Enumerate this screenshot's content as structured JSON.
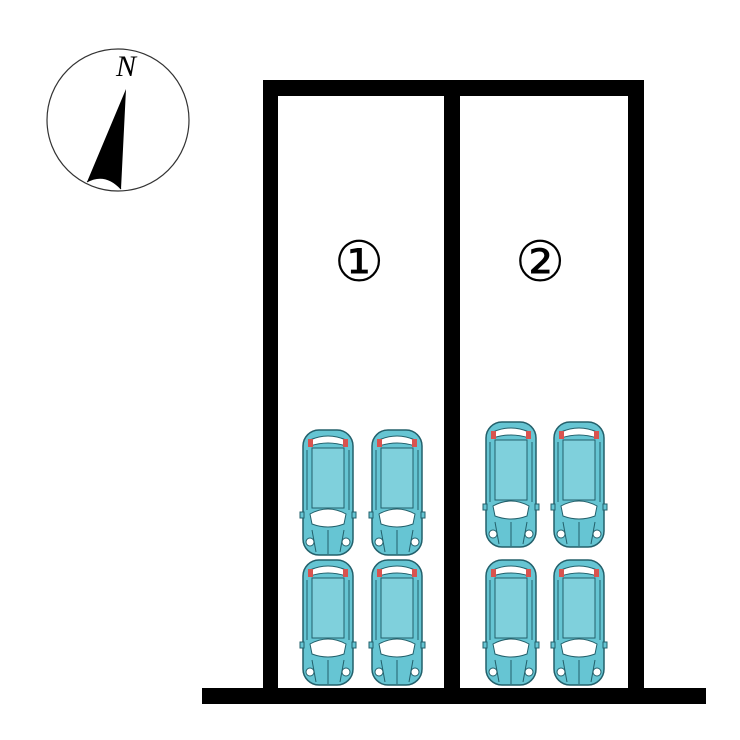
{
  "compass": {
    "label": "N",
    "icon": "north-arrow-icon"
  },
  "lots": [
    {
      "label": "①",
      "cars": 4
    },
    {
      "label": "②",
      "cars": 4
    }
  ],
  "colors": {
    "car_body": "#66c5d3",
    "tail_light": "#d9534f",
    "wall": "#000000"
  }
}
